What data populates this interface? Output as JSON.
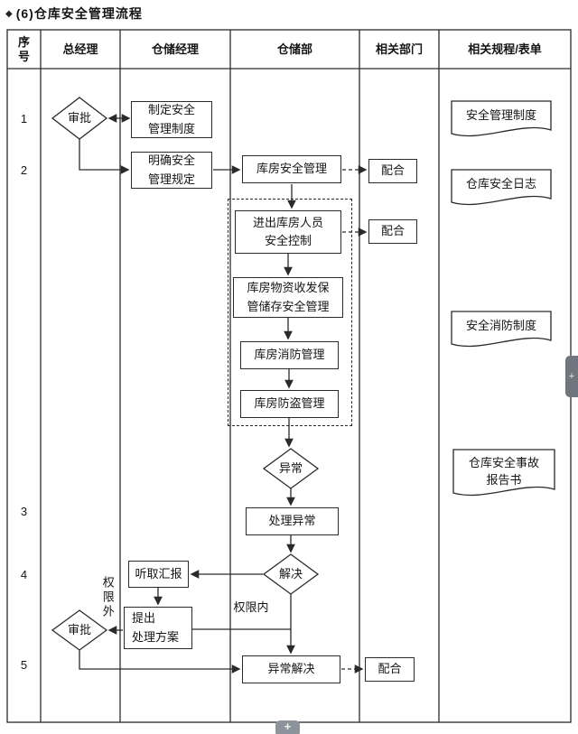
{
  "title": {
    "bullet": "◆",
    "text": "(6)仓库安全管理流程"
  },
  "header": {
    "col_no": "序\n号",
    "col_gm": "总经理",
    "col_wm": "仓储经理",
    "col_wd": "仓储部",
    "col_related": "相关部门",
    "col_docs": "相关规程/表单"
  },
  "rows": {
    "r1": "1",
    "r2": "2",
    "r3": "3",
    "r4": "4",
    "r5": "5"
  },
  "nodes": {
    "approve1": "审批",
    "make_system": "制定安全\n管理制度",
    "define_rules": "明确安全\n管理规定",
    "warehouse_safety": "库房安全管理",
    "coop1": "配合",
    "entry_control": "进出库房人员\n安全控制",
    "coop2": "配合",
    "storage_mgmt": "库房物资收发保\n管储存安全管理",
    "fire_mgmt": "库房消防管理",
    "theft_mgmt": "库房防盗管理",
    "abnormal": "异常",
    "handle_abnormal": "处理异常",
    "solve": "解决",
    "listen_report": "听取汇报",
    "outside_authority": "权限外",
    "propose_solution": "提出\n处理方案",
    "within_authority": "权限内",
    "approve2": "审批",
    "abnormal_solved": "异常解决",
    "coop3": "配合"
  },
  "documents": {
    "doc1": "安全管理制度",
    "doc2": "仓库安全日志",
    "doc3": "安全消防制度",
    "doc4": "仓库安全事故\n报告书"
  },
  "overlay": {
    "side_plus": "+",
    "bottom_plus": "+"
  },
  "colors": {
    "line": "#2a2a2a",
    "background": "#ffffff",
    "float_button": "#6f767d"
  }
}
